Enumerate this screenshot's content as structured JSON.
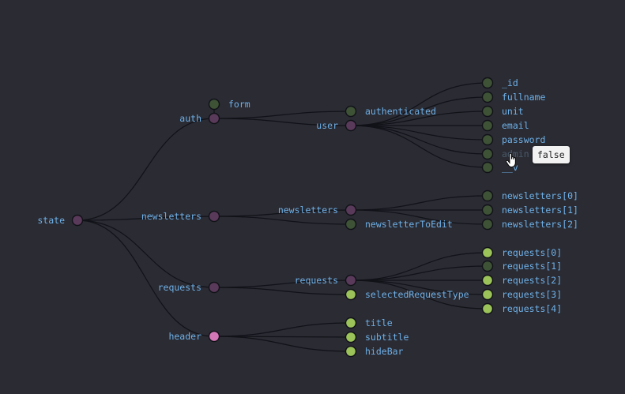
{
  "colors": {
    "background": "#2a2b33",
    "link": "#111218",
    "label": "#6fb1e8",
    "node_collapsed_branch": "#5a3a5a",
    "node_collapsed_leaf": "#3e5236",
    "node_expanded_leaf": "#9bc35a",
    "node_highlight": "#d477b6",
    "node_stroke": "#111218"
  },
  "tree": {
    "root": "state",
    "nodes": [
      {
        "id": "state",
        "label": "state",
        "parent": null,
        "kind": "branch"
      },
      {
        "id": "auth",
        "label": "auth",
        "parent": "state",
        "kind": "branch"
      },
      {
        "id": "newsletters",
        "label": "newsletters",
        "parent": "state",
        "kind": "branch"
      },
      {
        "id": "requests",
        "label": "requests",
        "parent": "state",
        "kind": "branch"
      },
      {
        "id": "header",
        "label": "header",
        "parent": "state",
        "kind": "highlight"
      },
      {
        "id": "form",
        "label": "form",
        "parent": "auth",
        "kind": "collapsed-leaf"
      },
      {
        "id": "user",
        "label": "user",
        "parent": "auth",
        "kind": "branch"
      },
      {
        "id": "authenticated",
        "label": "authenticated",
        "parent": "auth",
        "kind": "collapsed-leaf"
      },
      {
        "id": "_id",
        "label": "_id",
        "parent": "user",
        "kind": "collapsed-leaf"
      },
      {
        "id": "fullname",
        "label": "fullname",
        "parent": "user",
        "kind": "collapsed-leaf"
      },
      {
        "id": "unit",
        "label": "unit",
        "parent": "user",
        "kind": "collapsed-leaf"
      },
      {
        "id": "email",
        "label": "email",
        "parent": "user",
        "kind": "collapsed-leaf"
      },
      {
        "id": "password",
        "label": "password",
        "parent": "user",
        "kind": "collapsed-leaf"
      },
      {
        "id": "admin",
        "label": "admin",
        "parent": "user",
        "kind": "collapsed-leaf",
        "dim": true
      },
      {
        "id": "__v",
        "label": "__v",
        "parent": "user",
        "kind": "collapsed-leaf"
      },
      {
        "id": "newsletters_list",
        "label": "newsletters",
        "parent": "newsletters",
        "kind": "branch"
      },
      {
        "id": "newsletterToEdit",
        "label": "newsletterToEdit",
        "parent": "newsletters",
        "kind": "collapsed-leaf"
      },
      {
        "id": "newsletters0",
        "label": "newsletters[0]",
        "parent": "newsletters_list",
        "kind": "collapsed-leaf"
      },
      {
        "id": "newsletters1",
        "label": "newsletters[1]",
        "parent": "newsletters_list",
        "kind": "collapsed-leaf"
      },
      {
        "id": "newsletters2",
        "label": "newsletters[2]",
        "parent": "newsletters_list",
        "kind": "collapsed-leaf"
      },
      {
        "id": "requests_list",
        "label": "requests",
        "parent": "requests",
        "kind": "branch"
      },
      {
        "id": "selectedRequestType",
        "label": "selectedRequestType",
        "parent": "requests",
        "kind": "expanded-leaf"
      },
      {
        "id": "requests0",
        "label": "requests[0]",
        "parent": "requests_list",
        "kind": "expanded-leaf"
      },
      {
        "id": "requests1",
        "label": "requests[1]",
        "parent": "requests_list",
        "kind": "collapsed-leaf"
      },
      {
        "id": "requests2",
        "label": "requests[2]",
        "parent": "requests_list",
        "kind": "expanded-leaf"
      },
      {
        "id": "requests3",
        "label": "requests[3]",
        "parent": "requests_list",
        "kind": "expanded-leaf"
      },
      {
        "id": "requests4",
        "label": "requests[4]",
        "parent": "requests_list",
        "kind": "expanded-leaf"
      },
      {
        "id": "title",
        "label": "title",
        "parent": "header",
        "kind": "expanded-leaf"
      },
      {
        "id": "subtitle",
        "label": "subtitle",
        "parent": "header",
        "kind": "expanded-leaf"
      },
      {
        "id": "hideBar",
        "label": "hideBar",
        "parent": "header",
        "kind": "expanded-leaf"
      }
    ]
  },
  "tooltip": {
    "value": "false",
    "target": "admin"
  },
  "cursor": {
    "icon": "hand-pointer-icon"
  }
}
